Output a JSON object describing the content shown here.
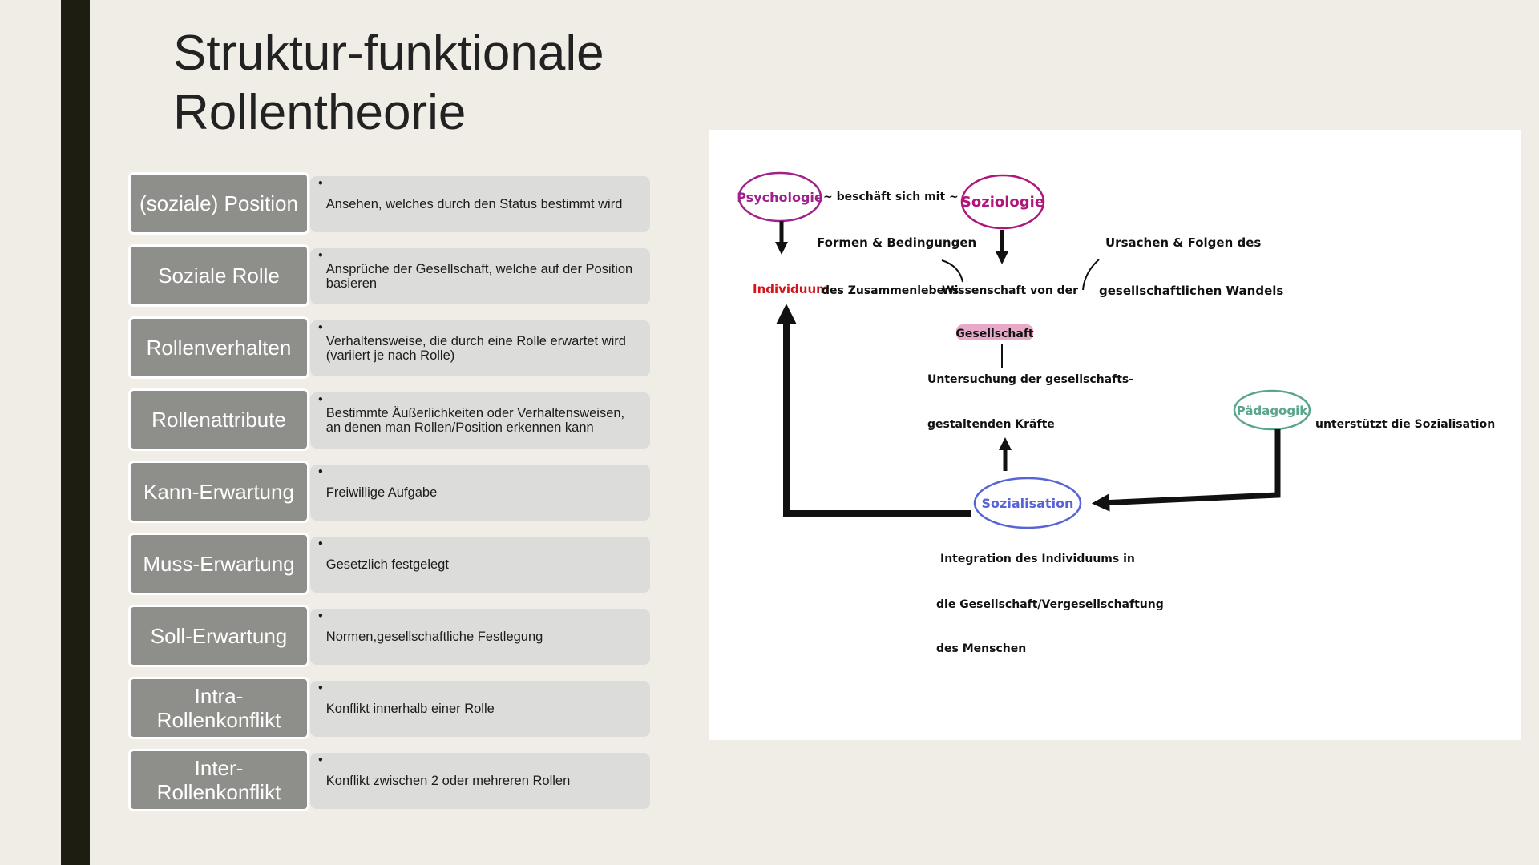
{
  "title": {
    "line1": "Struktur-funktionale",
    "line2": "Rollentheorie"
  },
  "rows": [
    {
      "term": "(soziale) Position",
      "definition": "Ansehen, welches durch den Status bestimmt wird"
    },
    {
      "term": "Soziale Rolle",
      "definition": "Ansprüche der Gesellschaft, welche auf der Position basieren"
    },
    {
      "term": "Rollenverhalten",
      "definition": "Verhaltensweise, die durch eine Rolle erwartet wird (variiert je nach Rolle)"
    },
    {
      "term": "Rollenattribute",
      "definition": "Bestimmte Äußerlichkeiten oder Verhaltensweisen, an denen man Rollen/Position erkennen kann"
    },
    {
      "term": "Kann-Erwartung",
      "definition": "Freiwillige Aufgabe"
    },
    {
      "term": "Muss-Erwartung",
      "definition": "Gesetzlich festgelegt"
    },
    {
      "term": "Soll-Erwartung",
      "definition": "Normen,gesellschaftliche Festlegung"
    },
    {
      "term": "Intra-Rollenkonflikt",
      "term_lines": [
        "Intra-",
        "Rollenkonflikt"
      ],
      "definition": "Konflikt innerhalb einer Rolle"
    },
    {
      "term": "Inter-Rollenkonflikt",
      "term_lines": [
        "Inter-",
        "Rollenkonflikt"
      ],
      "definition": "Konflikt zwischen 2  oder mehreren Rollen"
    }
  ],
  "bullet": "•",
  "diagram": {
    "nodes": {
      "psychologie": "Psychologie",
      "soziologie": "Soziologie",
      "paedagogik": "Pädagogik",
      "sozialisation": "Sozialisation",
      "individuum": "Individuum",
      "gesellschaft": "Gesellschaft"
    },
    "labels": {
      "beschaeft": "~ beschäft sich mit ~",
      "formen": "Formen & Bedingungen",
      "ursachen": "Ursachen & Folgen des",
      "zusammenleben": "des Zusammenlebens",
      "wissenschaft": "Wissenschaft von der",
      "wandel": "gesellschaftlichen Wandels",
      "untersuchung1": "Untersuchung der gesellschafts-",
      "untersuchung2": "gestaltenden Kräfte",
      "unterstuetzt": "unterstützt die Sozialisation",
      "integration1": "Integration des Individuums in",
      "integration2": "die Gesellschaft/Vergesellschaftung",
      "integration3": "des Menschen"
    },
    "colors": {
      "psychologie": "#a0218c",
      "soziologie": "#b0167a",
      "paedagogik": "#5aa68c",
      "sozialisation": "#5863d8",
      "individuum": "#d4141b",
      "gesellschaft_highlight": "#e8a9c8"
    }
  }
}
